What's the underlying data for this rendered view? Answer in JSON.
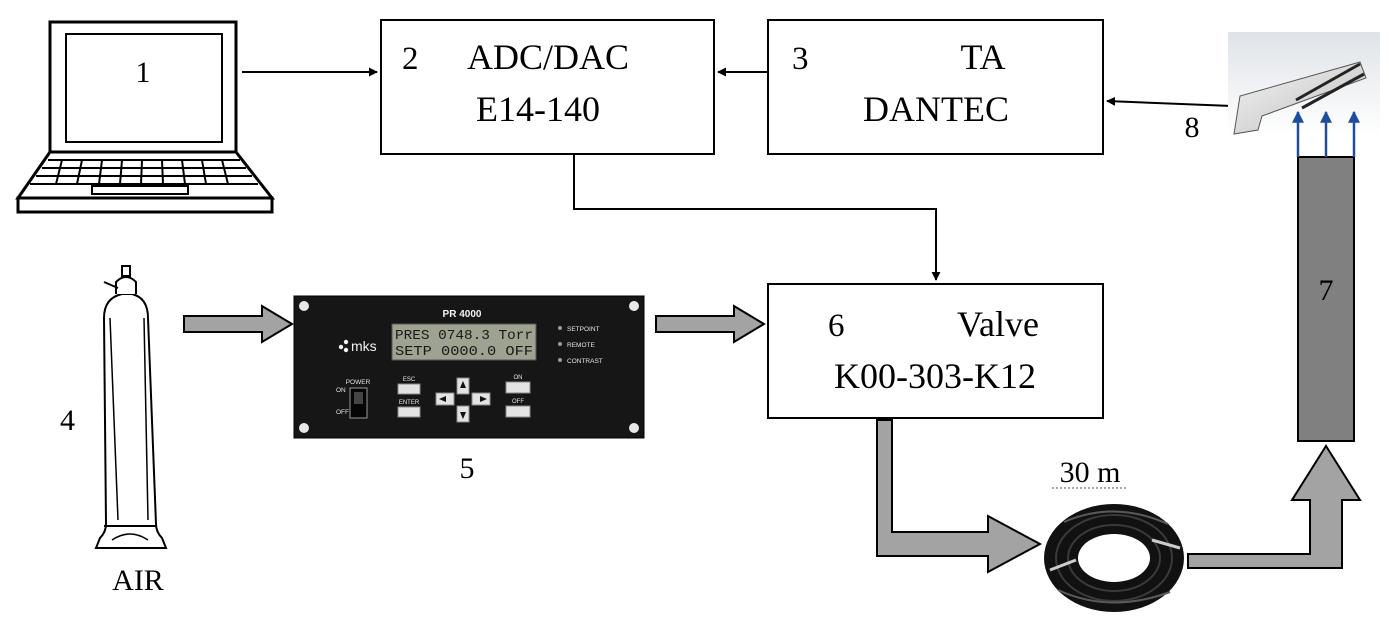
{
  "laptop": {
    "number": "1"
  },
  "adc": {
    "number": "2",
    "name": "ADC/DAC",
    "model": "E14-140"
  },
  "ta": {
    "number": "3",
    "name": "TA",
    "maker": "DANTEC"
  },
  "cylinder": {
    "number": "4",
    "label": "AIR"
  },
  "controller": {
    "number": "5",
    "model": "PR 4000",
    "brand": "mks",
    "display_line1": "PRES 0748.3 Torr",
    "display_line2": "SETP 0000.0  OFF",
    "power_label": "POWER",
    "on_label": "ON",
    "off_label": "OFF",
    "esc_label": "ESC",
    "enter_label": "ENTER",
    "btn_on_label": "ON",
    "btn_off_label": "OFF",
    "indicator_setpoint": "SETPOINT",
    "indicator_remote": "REMOTE",
    "indicator_contrast": "CONTRAST"
  },
  "valve": {
    "number": "6",
    "name": "Valve",
    "model": "K00-303-K12"
  },
  "tube": {
    "number": "7"
  },
  "probe": {
    "number": "8"
  },
  "hose": {
    "length": "30 m"
  },
  "colors": {
    "line": "#000000",
    "pipe": "#a3a3a3",
    "tube": "#808080",
    "flow_arrow": "#1f4e9c",
    "panel": "#161616",
    "lcd": "#9ea290"
  }
}
